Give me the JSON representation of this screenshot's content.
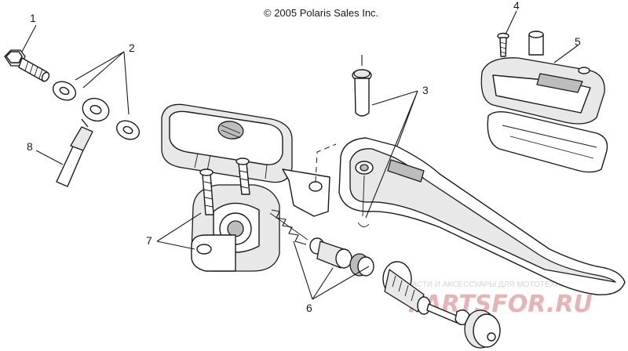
{
  "copyright": "© 2005 Polaris Sales Inc.",
  "callouts": {
    "c1": "1",
    "c2": "2",
    "c3": "3",
    "c4": "4",
    "c5": "5",
    "c6": "6",
    "c7": "7",
    "c8": "8"
  },
  "watermark": {
    "small": "ЗАПЧАСТИ И АКСЕССУАРЫ ДЛЯ МОТОТЕХНИКИ",
    "logo": "PARTSFOR.RU"
  },
  "colors": {
    "ink": "#1a1a1a",
    "watermark_logo": "#e9b3b3",
    "watermark_text": "#d4d4d4"
  }
}
